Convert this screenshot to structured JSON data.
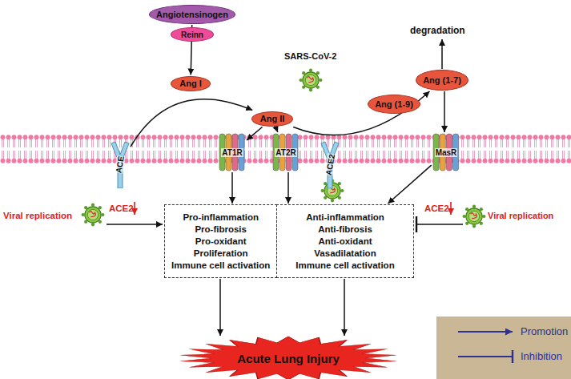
{
  "diagram": {
    "nodes": [
      {
        "text": [
          "Angiotensinogen"
        ]
      },
      {
        "text": [
          "Reinn"
        ]
      },
      {
        "text": [
          "Ang I"
        ]
      },
      {
        "text": [
          "Ang II"
        ]
      },
      {
        "text": [
          "Ang (1-7)"
        ]
      },
      {
        "text": [
          "Ang (1-9)"
        ]
      },
      {
        "text": [
          "ACE"
        ]
      },
      {
        "text": [
          "AT1R"
        ]
      },
      {
        "text": [
          "AT2R"
        ]
      },
      {
        "text": [
          "ACE2"
        ]
      },
      {
        "text": [
          "MasR"
        ]
      },
      {
        "text": [
          "Pro-inflammation",
          "Pro-fibrosis",
          "Pro-oxidant",
          "Proliferation",
          "Immune cell activation"
        ]
      },
      {
        "text": [
          "Anti-inflammation",
          "Anti-fibrosis",
          "Anti-oxidant",
          "Vasadilatation",
          "Immune cell activation"
        ]
      },
      {
        "text": [
          "Acute Lung Injury"
        ]
      }
    ],
    "edges": [
      {
        "from": 0,
        "to": 2,
        "arrow": "to"
      },
      {
        "from": 6,
        "to": 3,
        "arrow": "to"
      },
      {
        "from": 3,
        "to": 7,
        "arrow": "to"
      },
      {
        "from": 3,
        "to": 8,
        "arrow": "to"
      },
      {
        "from": 3,
        "to": 4,
        "arrow": "to"
      },
      {
        "from": 4,
        "to": 10,
        "arrow": "to"
      },
      {
        "from": 7,
        "to": 11,
        "arrow": "to"
      },
      {
        "from": 8,
        "to": 12,
        "arrow": "to"
      },
      {
        "from": 10,
        "to": 12,
        "arrow": "to"
      },
      {
        "from": 11,
        "to": 13,
        "arrow": "to"
      },
      {
        "from": 12,
        "to": 13,
        "arrow": "to"
      }
    ],
    "labels": [
      "degradation",
      "SARS-CoV-2",
      "Viral replication",
      "ACE2",
      "Viral replication",
      "ACE2"
    ],
    "legend": [
      {
        "text": "Promotion"
      },
      {
        "text": "Inhibition"
      }
    ]
  }
}
